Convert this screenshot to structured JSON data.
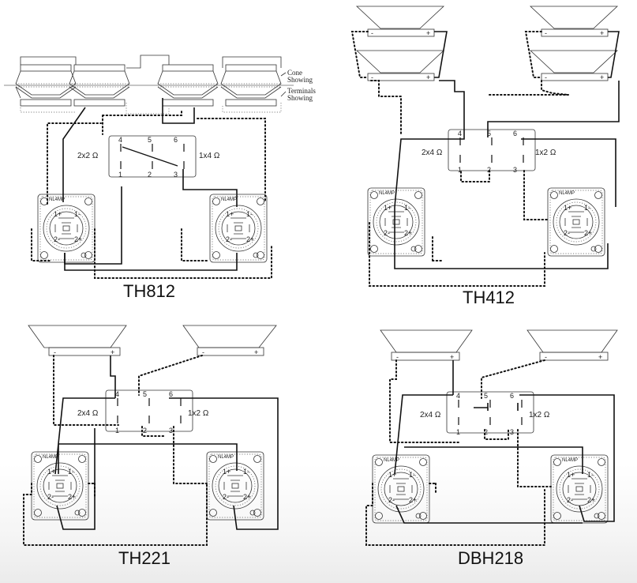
{
  "diagrams": {
    "th812": {
      "title": "TH812",
      "cone_label_1": "Cone",
      "cone_label_2": "Showing",
      "term_label_1": "Terminals",
      "term_label_2": "Showing",
      "mode_left": "2x2 Ω",
      "mode_right": "1x4 Ω"
    },
    "th412": {
      "title": "TH412",
      "mode_left": "2x4 Ω",
      "mode_right": "1x2 Ω"
    },
    "th221": {
      "title": "TH221",
      "mode_left": "2x4 Ω",
      "mode_right": "1x2 Ω"
    },
    "dbh218": {
      "title": "DBH218",
      "mode_left": "2x4 Ω",
      "mode_right": "1x2 Ω"
    }
  },
  "switch_pins": {
    "top": [
      "4",
      "5",
      "6"
    ],
    "bottom": [
      "1",
      "2",
      "3"
    ]
  },
  "connector": {
    "model": "NL4MP",
    "pin_labels": [
      "1+",
      "1-",
      "2-",
      "2+"
    ]
  },
  "terminal_signs": {
    "minus": "-",
    "plus": "+"
  }
}
